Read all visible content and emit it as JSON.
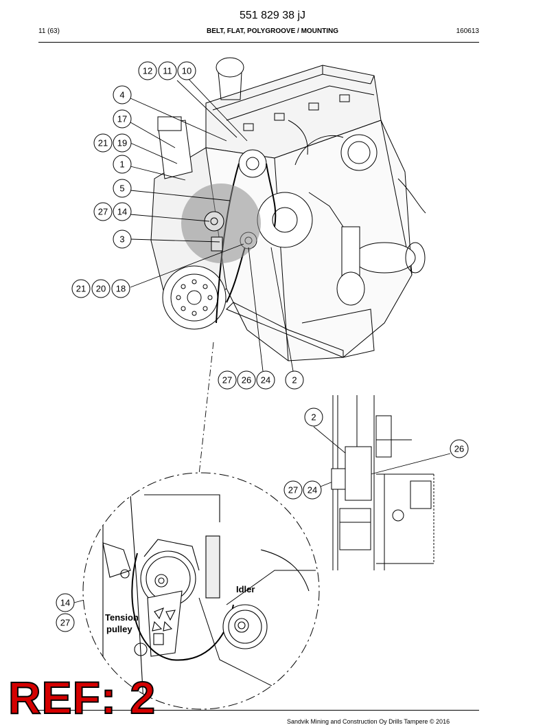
{
  "header": {
    "doc_code": "551 829 38 jJ",
    "page": "11 (63)",
    "title": "BELT, FLAT, POLYGROOVE / MOUNTING",
    "date": "160613"
  },
  "footer": {
    "copyright": "Sandvik Mining and Construction Oy Drills Tampere © 2016"
  },
  "stamp": {
    "text": "REF: 2"
  },
  "callouts": {
    "b1": "12",
    "b2": "11",
    "b3": "10",
    "b4": "4",
    "b5": "17",
    "b6": "21",
    "b7": "19",
    "b8": "1",
    "b9": "5",
    "b10": "27",
    "b11": "14",
    "b12": "3",
    "b13": "21",
    "b14": "20",
    "b15": "18",
    "b16": "27",
    "b17": "26",
    "b18": "24",
    "b19": "2",
    "b20": "2",
    "b21": "26",
    "b22": "27",
    "b23": "24",
    "b24": "14",
    "b25": "27"
  },
  "labels": {
    "idler": "Idler",
    "tension_1": "Tension",
    "tension_2": "pulley"
  }
}
